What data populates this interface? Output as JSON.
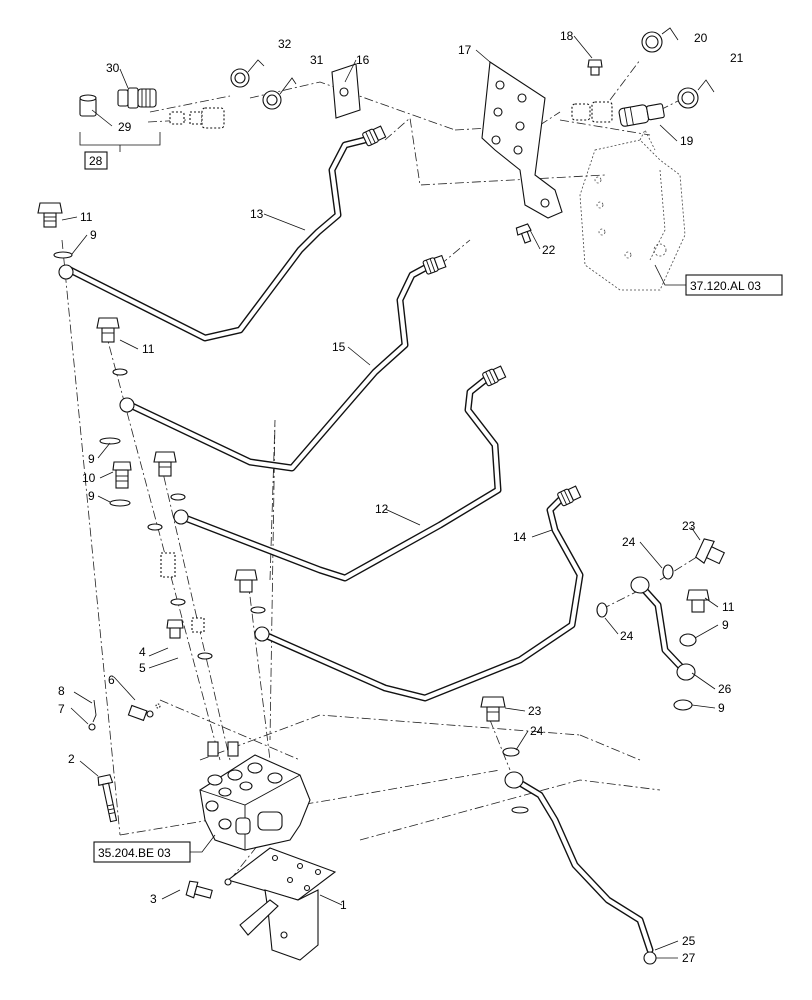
{
  "labels": {
    "l1": "1",
    "l2": "2",
    "l3": "3",
    "l4": "4",
    "l5": "5",
    "l6": "6",
    "l7": "7",
    "l8": "8",
    "l9a": "9",
    "l9b": "9",
    "l9c": "9",
    "l9d": "9",
    "l9e": "9",
    "l10": "10",
    "l11a": "11",
    "l11b": "11",
    "l11c": "11",
    "l12": "12",
    "l13": "13",
    "l14": "14",
    "l15": "15",
    "l16": "16",
    "l17": "17",
    "l18": "18",
    "l19": "19",
    "l20": "20",
    "l21": "21",
    "l22": "22",
    "l23a": "23",
    "l23b": "23",
    "l24a": "24",
    "l24b": "24",
    "l24c": "24",
    "l25": "25",
    "l26": "26",
    "l27": "27",
    "l28": "28",
    "l29": "29",
    "l30": "30",
    "l31": "31",
    "l32": "32"
  },
  "refs": {
    "ref_top": "37.120.AL 03",
    "ref_bottom": "35.204.BE 03"
  }
}
